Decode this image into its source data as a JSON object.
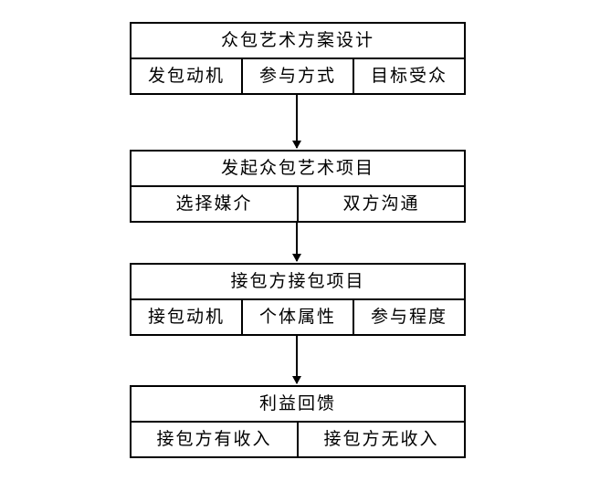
{
  "stages": [
    {
      "title": "众包艺术方案设计",
      "cells": [
        "发包动机",
        "参与方式",
        "目标受众"
      ]
    },
    {
      "title": "发起众包艺术项目",
      "cells": [
        "选择媒介",
        "双方沟通"
      ]
    },
    {
      "title": "接包方接包项目",
      "cells": [
        "接包动机",
        "个体属性",
        "参与程度"
      ]
    },
    {
      "title": "利益回馈",
      "cells": [
        "接包方有收入",
        "接包方无收入"
      ]
    }
  ]
}
